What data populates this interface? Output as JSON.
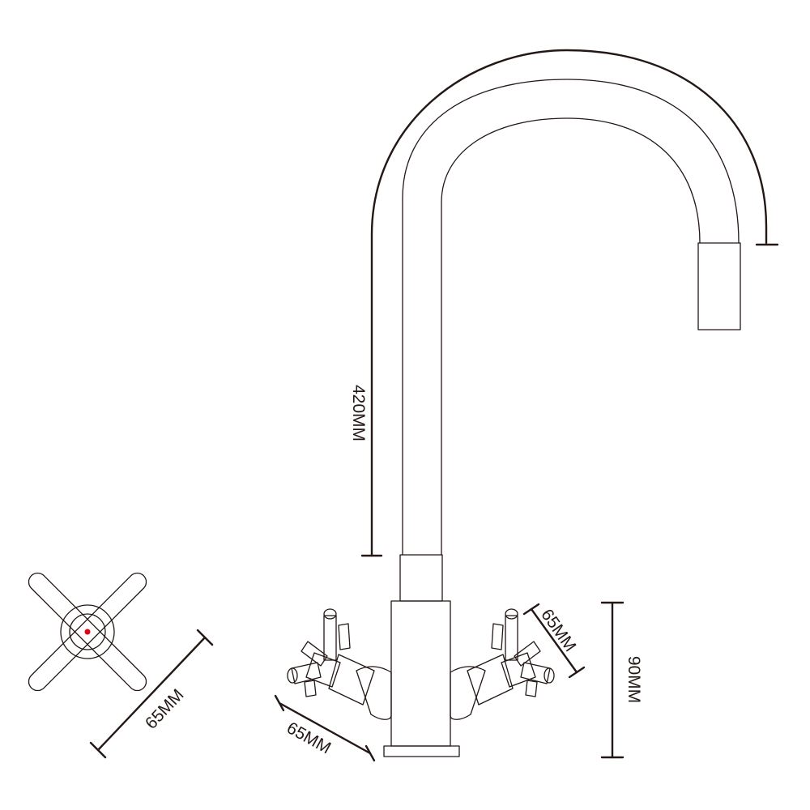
{
  "labels": {
    "spout_height": "420MM",
    "handle_width": "65MM",
    "lever_span": "65MM",
    "lever_side": "65MM",
    "body_height": "90MM"
  },
  "colors": {
    "line": "#231815",
    "hot_indicator": "#e60012"
  }
}
